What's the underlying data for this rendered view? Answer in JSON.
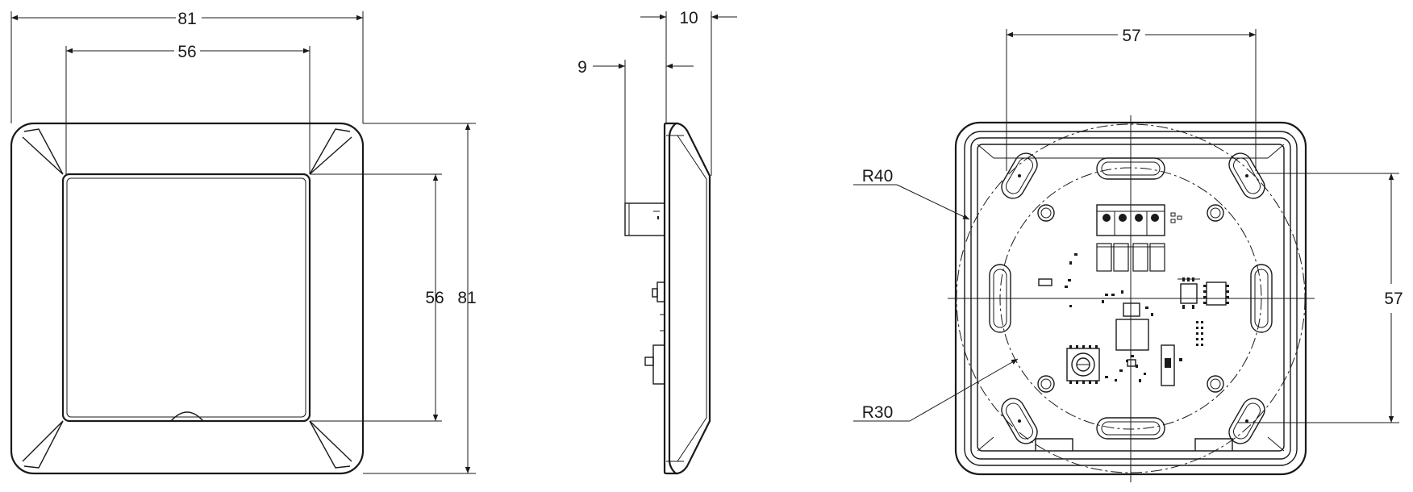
{
  "front_view": {
    "dim_outer_width": "81",
    "dim_inner_width": "56",
    "dim_inner_height": "56",
    "dim_outer_height": "81"
  },
  "side_view": {
    "dim_depth_front": "10",
    "dim_depth_back": "9"
  },
  "back_view": {
    "dim_hole_spacing_horizontal": "57",
    "dim_hole_spacing_vertical": "57",
    "radius_outer_label": "R40",
    "radius_inner_label": "R30"
  }
}
